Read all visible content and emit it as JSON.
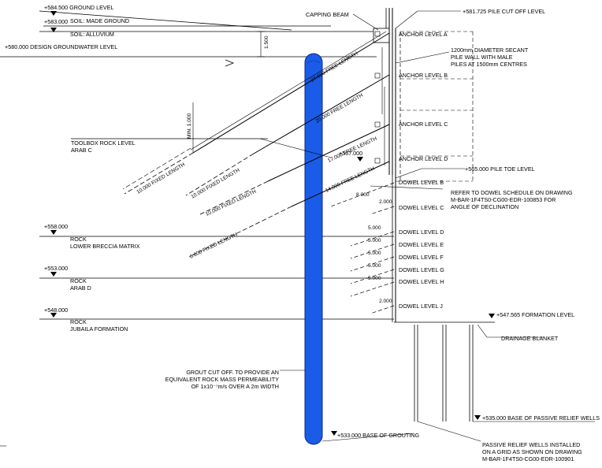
{
  "colors": {
    "line": "#000000",
    "grout": "#1a5ce8",
    "background": "#ffffff"
  },
  "levels": {
    "ground": "+584.500 GROUND LEVEL",
    "l583": "+583.000",
    "soil_made": "SOIL: MADE GROUND",
    "soil_alluvium": "SOIL: ALLUVIUM",
    "gw": "+580.000 DESIGN GROUNDWATER LEVEL",
    "toolbox_1": "TOOLBOX ROCK LEVEL",
    "toolbox_2": "ARAB C",
    "l558": "+558.000",
    "rock_a1": "ROCK",
    "rock_a2": "LOWER BRECCIA MATRIX",
    "l553": "+553.000",
    "rock_b1": "ROCK",
    "rock_b2": "ARAB D",
    "l548": "+548.000",
    "rock_c1": "ROCK",
    "rock_c2": "JUBAILA FORMATION"
  },
  "labels": {
    "capping_beam": "CAPPING BEAM",
    "pile_cutoff": "+581.725 PILE CUT OFF LEVEL",
    "wall_1": "1200mm DIAMETER SECANT",
    "wall_2": "PILE WALL WITH MALE",
    "wall_3": "PILES AT 1500mm CENTRES",
    "pile_toe": "+565.000 PILE TOE LEVEL",
    "l567": "+567.000",
    "refer_1": "REFER TO DOWEL SCHEDULE ON DRAWING",
    "refer_2": "M-BAR-1F4TS0-CG00-EDR-100853 FOR",
    "refer_3": "ANGLE OF DECLINATION",
    "formation": "+547.565 FORMATION LEVEL",
    "drainage": "DRAINAGE BLANKET",
    "grout_1": "GROUT CUT OFF. TO PROVIDE AN",
    "grout_2": "EQUIVALENT ROCK MASS PERMEABILITY",
    "grout_3": "OF 1x10⁻⁷m/s OVER A 2m WIDTH",
    "relief_base": "+535.000 BASE OF PASSIVE RELIEF WELLS",
    "grout_base": "+533.000 BASE OF GROUTING",
    "relief_1": "PASSIVE RELIEF WELLS INSTALLED",
    "relief_2": "ON A GRID AS SHOWN ON DRAWING",
    "relief_3": "M-BAR-1F4TS0-CG00-EDR-100901",
    "min_dim": "MIN. 1.000",
    "dim_1500": "1.500"
  },
  "anchors": [
    {
      "level": "ANCHOR LEVEL A",
      "free": "27.500 FREE LENGTH",
      "fixed": "10.000 FIXED LENGTH"
    },
    {
      "level": "ANCHOR LEVEL B",
      "free": "20.000 FREE LENGTH",
      "fixed": "10.000 FIXED LENGTH"
    },
    {
      "level": "ANCHOR LEVEL C",
      "free": "17.000 FREE LENGTH",
      "fixed": "10.000 FIXED LENGTH"
    },
    {
      "level": "ANCHOR LEVEL D",
      "free": "14.000 FREE LENGTH",
      "fixed": "6.000 FIXED LENGTH"
    }
  ],
  "dowels": [
    {
      "level": "DOWEL LEVEL B",
      "length": "8.000"
    },
    {
      "level": "DOWEL LEVEL C",
      "length": "2.000"
    },
    {
      "level": "DOWEL LEVEL D",
      "length": "5.000"
    },
    {
      "level": "DOWEL LEVEL E",
      "length": "5.000"
    },
    {
      "level": "DOWEL LEVEL F",
      "length": "5.000"
    },
    {
      "level": "DOWEL LEVEL G",
      "length": "5.000"
    },
    {
      "level": "DOWEL LEVEL H",
      "length": "5.000"
    },
    {
      "level": "DOWEL LEVEL J",
      "length": "2.000"
    }
  ]
}
